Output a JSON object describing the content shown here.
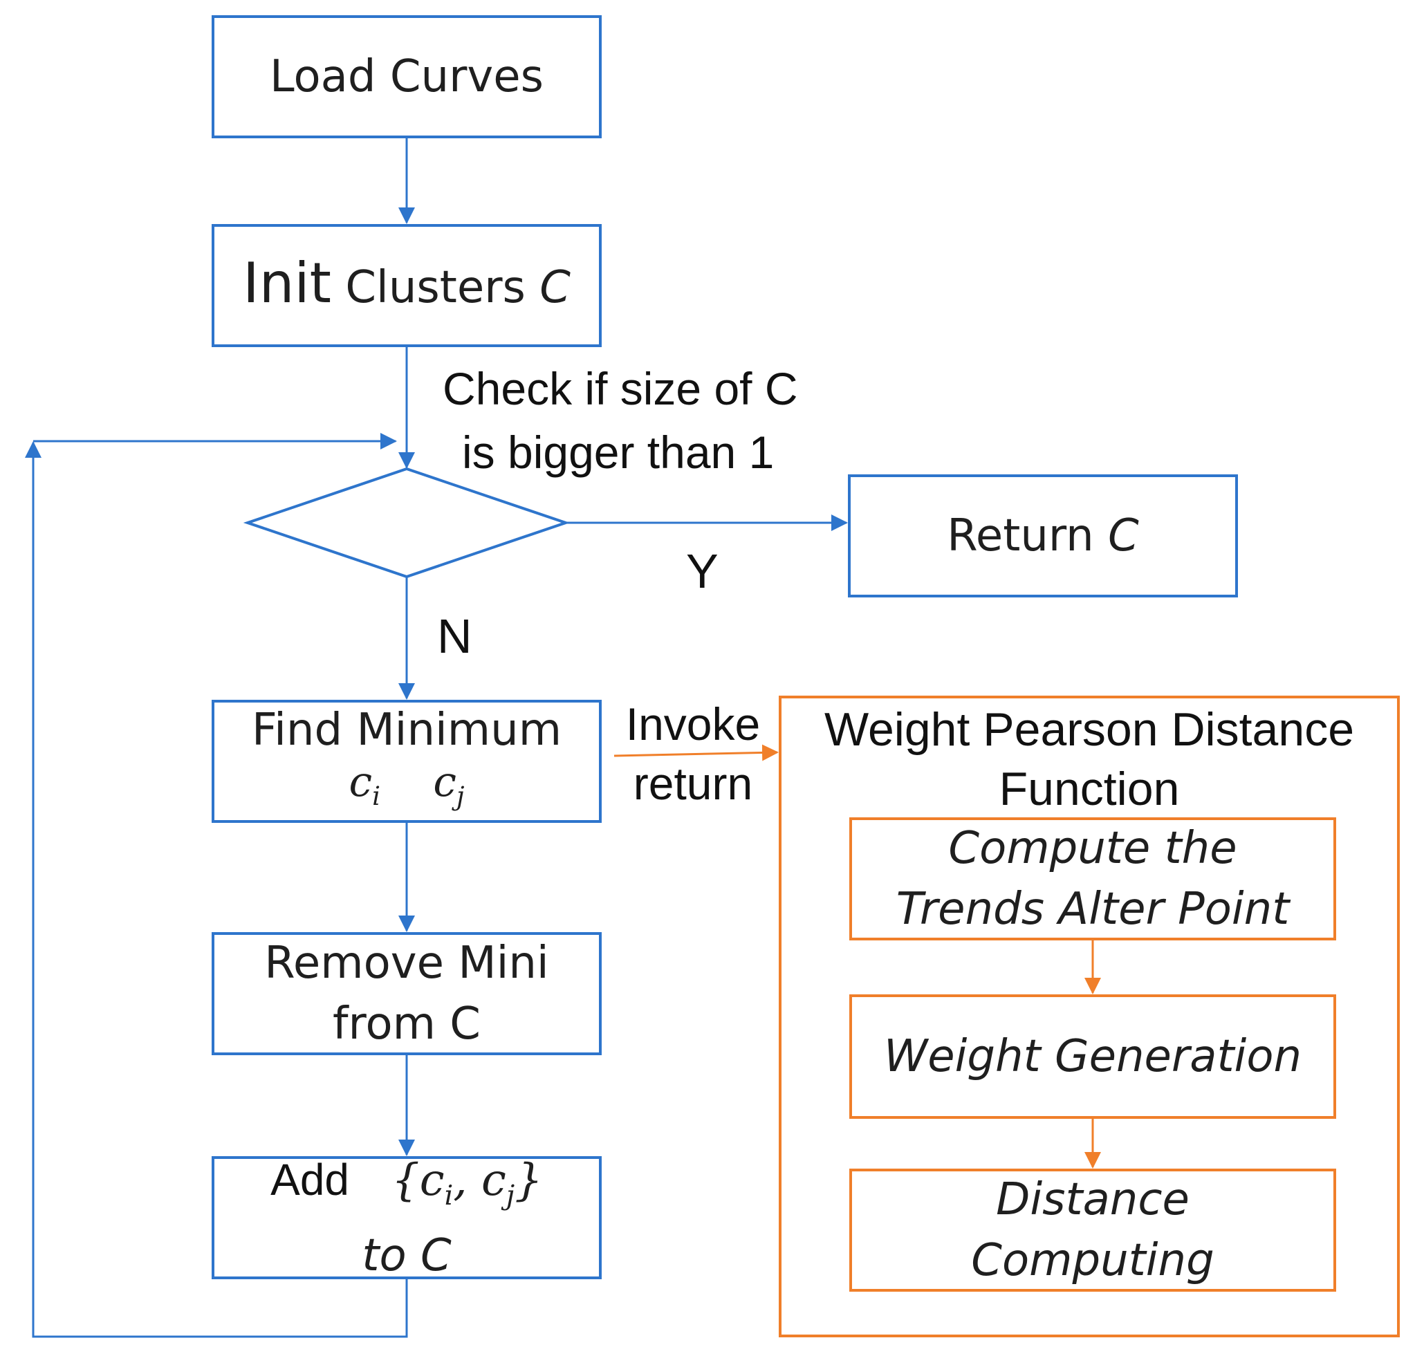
{
  "nodes": {
    "load": {
      "label": "Load Curves"
    },
    "init": {
      "label": "Init",
      "label2": "Clusters",
      "var": "C"
    },
    "decision": {
      "condition_line1": "Check if size of C",
      "condition_line2": "is bigger than 1"
    },
    "return": {
      "label": "Return",
      "var": "C"
    },
    "find": {
      "label": "Find Minimum",
      "var1": "c",
      "sub1": "i",
      "var2": "c",
      "sub2": "j"
    },
    "remove": {
      "line1": "Remove Mini",
      "line2": "from C"
    },
    "add": {
      "label": "Add",
      "math": "{c",
      "sub1": "i",
      "sep": ", c",
      "sub2": "j",
      "close": "}",
      "line2": "to C"
    }
  },
  "edges": {
    "yes": "Y",
    "no": "N",
    "invoke_line1": "Invoke",
    "invoke_line2": "return"
  },
  "function": {
    "title_line1": "Weight Pearson Distance",
    "title_line2": "Function",
    "steps": [
      {
        "line1": "Compute the",
        "line2": "Trends Alter Point"
      },
      {
        "line1": "Weight Generation"
      },
      {
        "line1": "Distance",
        "line2": "Computing"
      }
    ]
  },
  "colors": {
    "main_flow": "#2e75cc",
    "function_flow": "#f07f2a"
  }
}
